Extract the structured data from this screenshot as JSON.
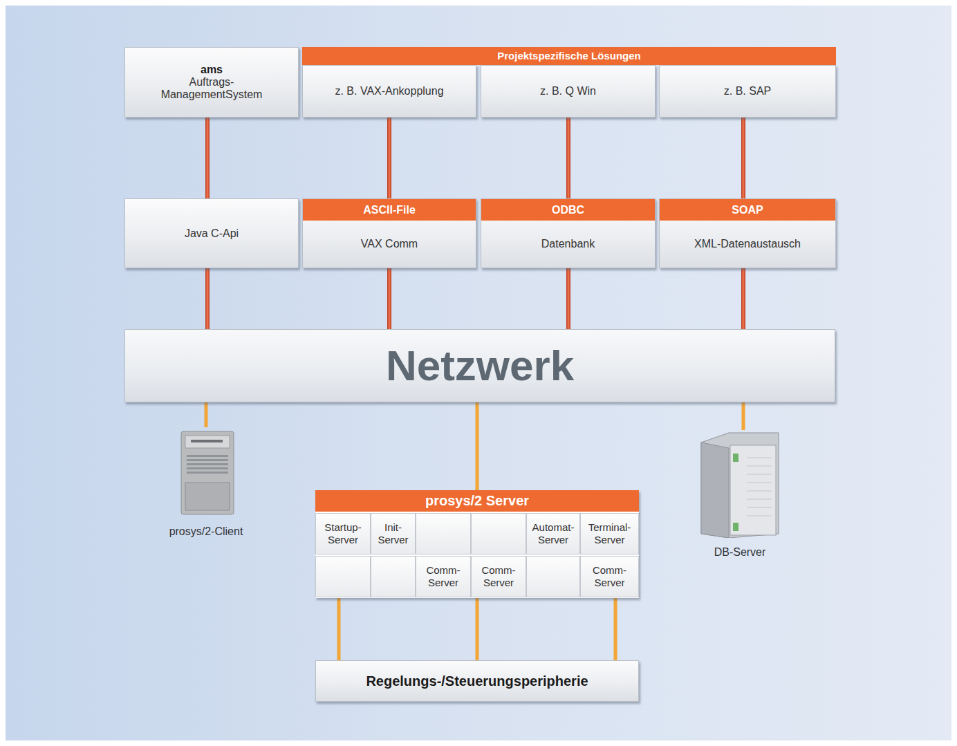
{
  "diagram": {
    "nodes": [
      {
        "text": [
          "ams",
          "Auftrags- ManagementSystem"
        ]
      },
      {
        "text": [
          "Projektspezifische Lösungen"
        ]
      },
      {
        "text": [
          "z. B. VAX-Ankopplung"
        ],
        "in": 1
      },
      {
        "text": [
          "z. B. Q Win"
        ],
        "in": 1
      },
      {
        "text": [
          "z. B. SAP"
        ],
        "in": 1
      },
      {
        "text": [
          "Java C-Api"
        ]
      },
      {
        "text": [
          "ASCII-File",
          "VAX Comm"
        ]
      },
      {
        "text": [
          "ODBC",
          "Datenbank"
        ]
      },
      {
        "text": [
          "SOAP",
          "XML-Datenaustausch"
        ]
      },
      {
        "text": [
          "Netzwerk"
        ]
      },
      {
        "text": [
          "prosys/2-Client"
        ]
      },
      {
        "text": [
          "DB-Server"
        ]
      },
      {
        "text": [
          "prosys/2 Server"
        ]
      },
      {
        "text": [
          "Startup- Server"
        ],
        "in": 12
      },
      {
        "text": [
          "Init- Server"
        ],
        "in": 12
      },
      {
        "text": [
          "Automat- Server"
        ],
        "in": 12
      },
      {
        "text": [
          "Terminal- Server"
        ],
        "in": 12
      },
      {
        "text": [
          "Comm- Server"
        ],
        "in": 12
      },
      {
        "text": [
          "Comm- Server"
        ],
        "in": 12
      },
      {
        "text": [
          "Comm- Server"
        ],
        "in": 12
      },
      {
        "text": [
          "Regelungs-/Steuerungsperipherie"
        ]
      }
    ],
    "edges": [
      {
        "from": 0,
        "to": 5,
        "arrow": "none"
      },
      {
        "from": 2,
        "to": 6,
        "arrow": "none"
      },
      {
        "from": 3,
        "to": 7,
        "arrow": "none"
      },
      {
        "from": 4,
        "to": 8,
        "arrow": "none"
      },
      {
        "from": 5,
        "to": 9,
        "arrow": "none"
      },
      {
        "from": 6,
        "to": 9,
        "arrow": "none"
      },
      {
        "from": 7,
        "to": 9,
        "arrow": "none"
      },
      {
        "from": 8,
        "to": 9,
        "arrow": "none"
      },
      {
        "from": 9,
        "to": 10,
        "arrow": "none"
      },
      {
        "from": 9,
        "to": 12,
        "arrow": "none"
      },
      {
        "from": 9,
        "to": 11,
        "arrow": "none"
      },
      {
        "from": 12,
        "to": 20,
        "arrow": "none"
      },
      {
        "from": 18,
        "to": 20,
        "arrow": "none"
      },
      {
        "from": 19,
        "to": 20,
        "arrow": "none"
      }
    ]
  }
}
